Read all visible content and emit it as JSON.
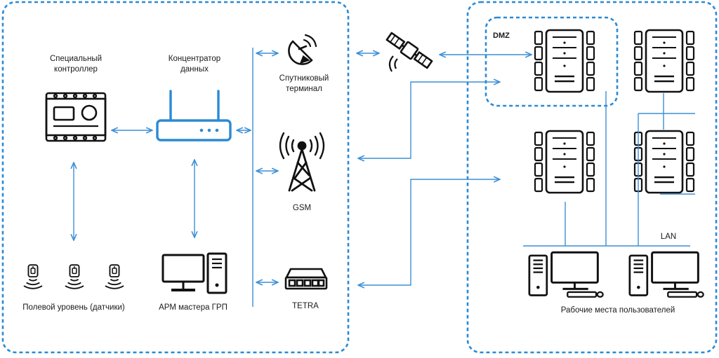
{
  "labels": {
    "special_controller": "Специальный контроллер",
    "data_concentrator": "Концентратор данных",
    "satellite_terminal": "Спутниковый терминал",
    "gsm": "GSM",
    "tetra": "TETRA",
    "field_level": "Полевой уровень (датчики)",
    "arm_master": "АРМ мастера ГРП",
    "dmz": "DMZ",
    "lan": "LAN",
    "user_workstations": "Рабочие места пользователей"
  },
  "colors": {
    "frame_blue": "#2a8ad4",
    "line_blue": "#3b8fd6",
    "icon_dark": "#111111",
    "icon_blue": "#2a8ad4"
  }
}
